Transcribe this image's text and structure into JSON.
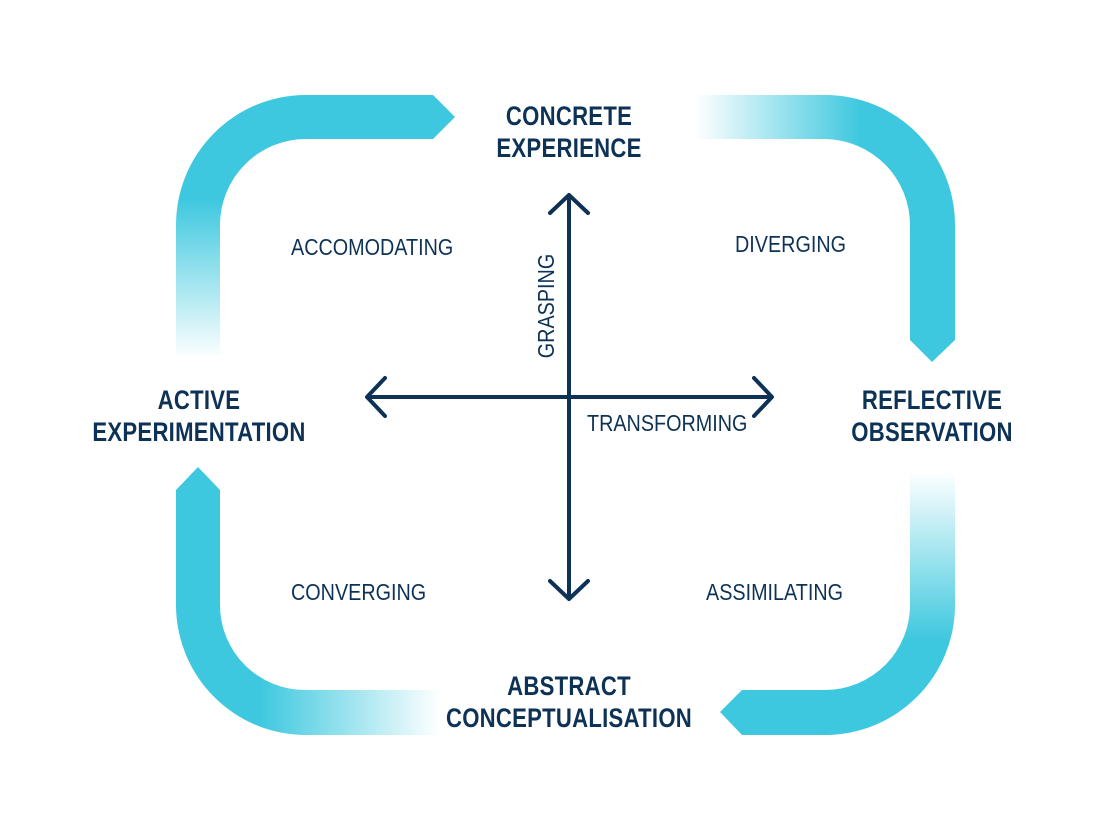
{
  "stages": {
    "concrete_experience": [
      "CONCRETE",
      "EXPERIENCE"
    ],
    "reflective_observation": [
      "REFLECTIVE",
      "OBSERVATION"
    ],
    "abstract_conceptualisation": [
      "ABSTRACT",
      "CONCEPTUALISATION"
    ],
    "active_experimentation": [
      "ACTIVE",
      "EXPERIMENTATION"
    ]
  },
  "styles": {
    "accommodating": "ACCOMODATING",
    "diverging": "DIVERGING",
    "converging": "CONVERGING",
    "assimilating": "ASSIMILATING"
  },
  "axes": {
    "vertical": "GRASPING",
    "horizontal": "TRANSFORMING"
  },
  "colors": {
    "text": "#0d3256",
    "axis": "#0d3256",
    "cycle_arrow": "#3ec8df"
  }
}
